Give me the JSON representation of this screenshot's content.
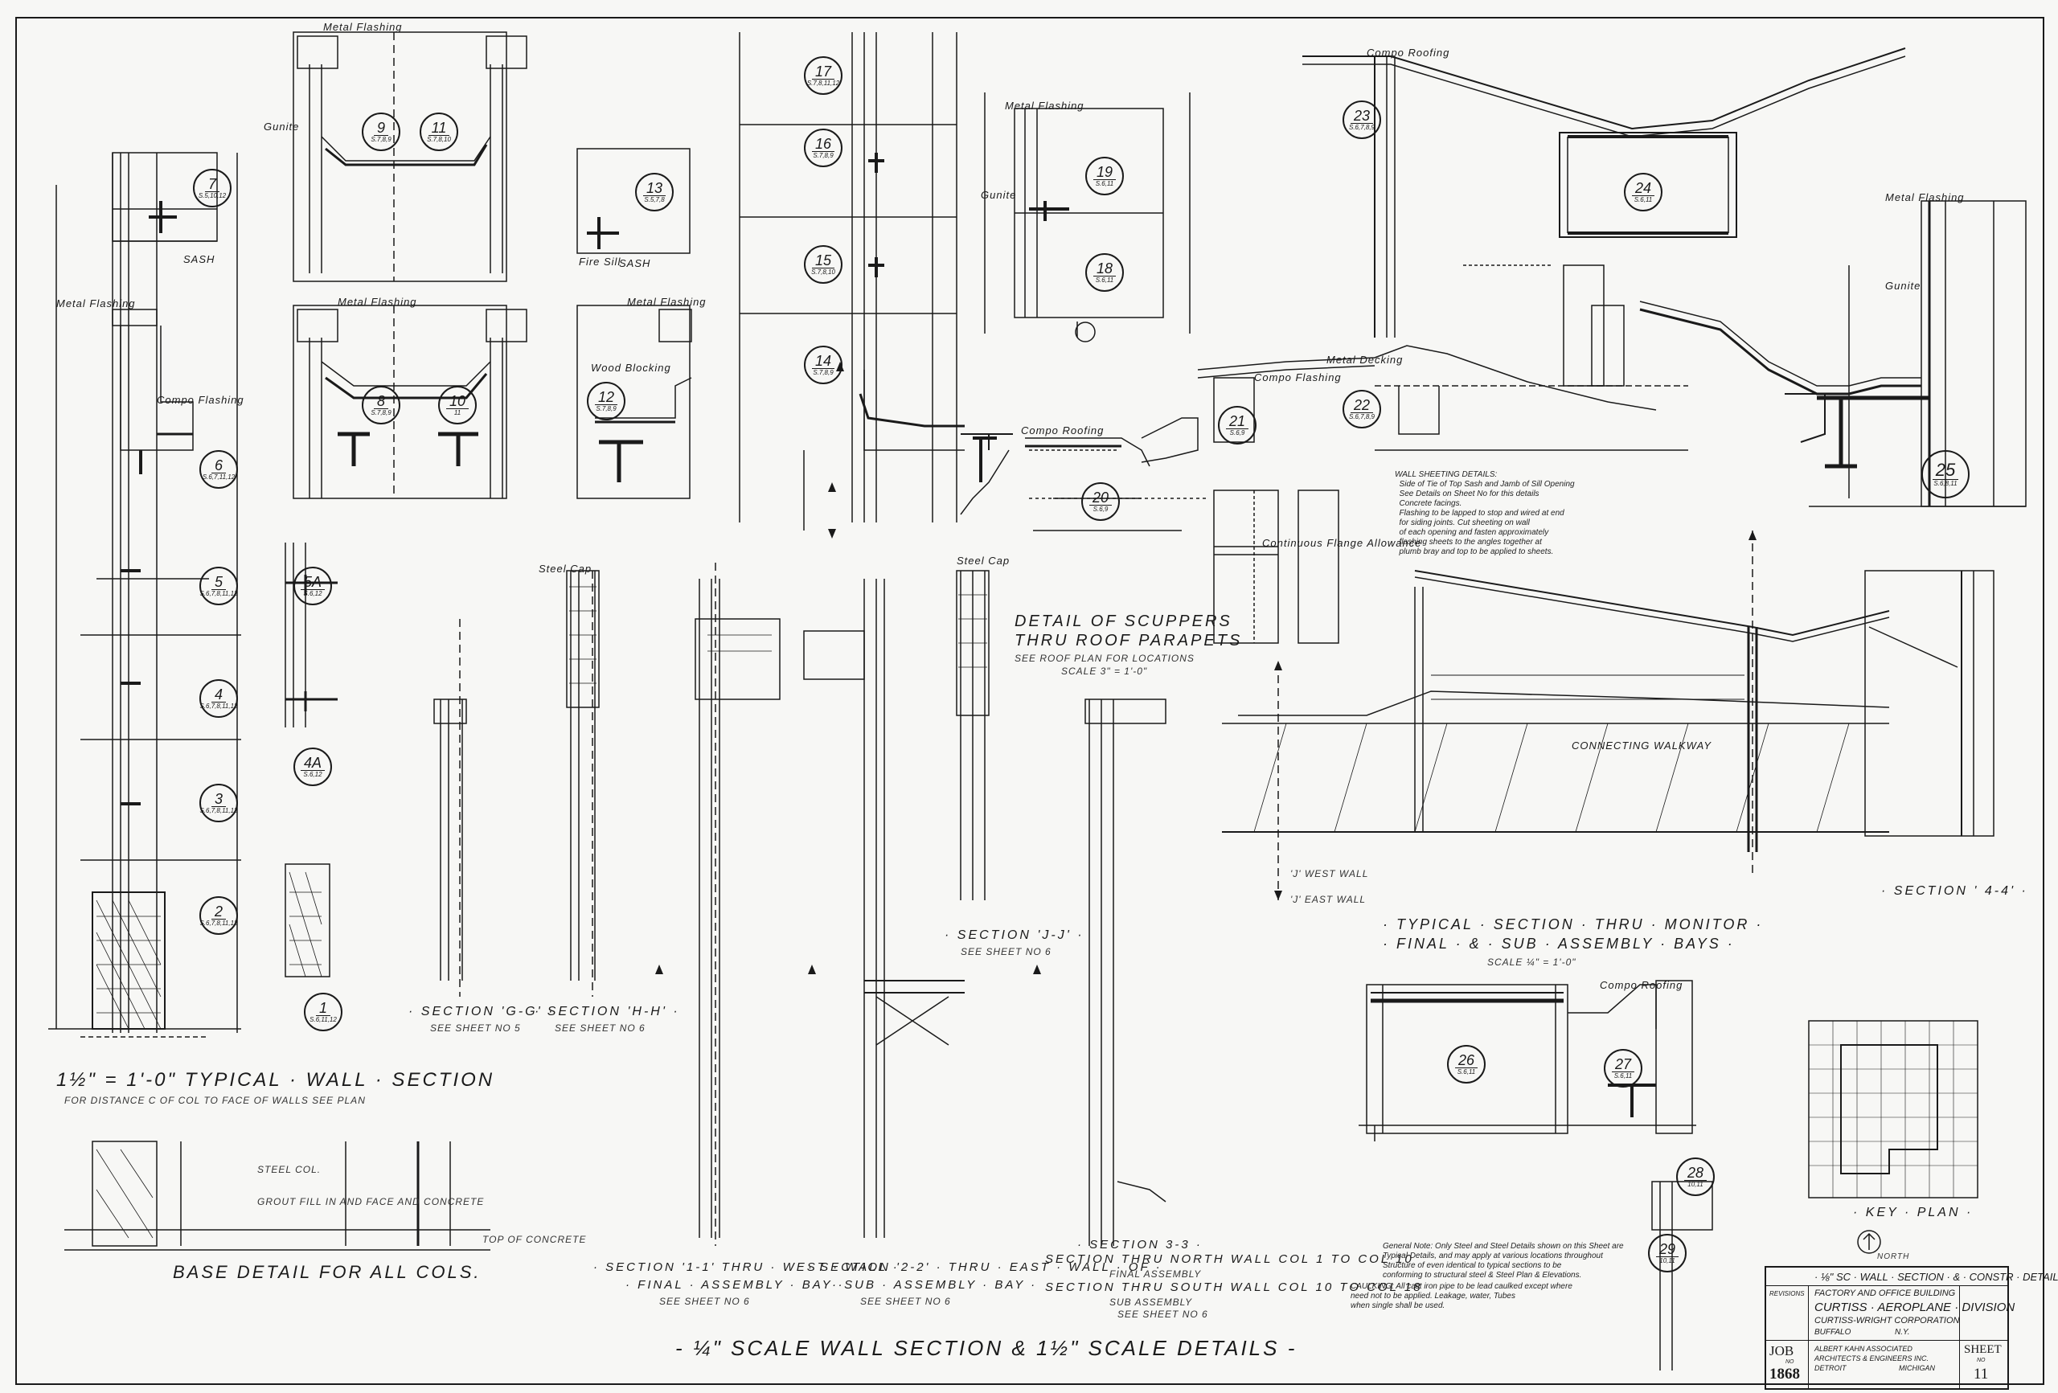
{
  "sheet": {
    "main_caption": "- ¼\" SCALE WALL SECTION & 1½\" SCALE DETAILS -",
    "typical_wall_section": "1½\" = 1'-0\"  TYPICAL · WALL · SECTION",
    "typical_wall_note": "FOR DISTANCE C OF COL TO FACE OF WALLS SEE PLAN",
    "base_detail": "BASE DETAIL FOR ALL COLS.",
    "base_detail_notes": [
      "STEEL COL.",
      "GROUT FILL IN AND FACE AND CONCRETE",
      "TOP OF CONCRETE"
    ],
    "scupper_title": "DETAIL OF SCUPPERS",
    "scupper_title_2": "THRU ROOF PARAPETS",
    "scupper_sub": "SEE ROOF PLAN FOR LOCATIONS",
    "scupper_scale": "SCALE 3\" = 1'-0\"",
    "monitor_title": "· TYPICAL · SECTION · THRU · MONITOR ·",
    "monitor_title_2": "· FINAL · & · SUB · ASSEMBLY · BAYS ·",
    "monitor_scale": "SCALE ¼\" = 1'-0\"",
    "section_44": "· SECTION ' 4-4' ·",
    "section_gg": "· SECTION 'G-G' ·",
    "section_gg_sub": "SEE SHEET NO 5",
    "section_hh": "· SECTION 'H-H' ·",
    "section_hh_sub": "SEE SHEET NO 6",
    "section_jj": "· SECTION 'J-J' ·",
    "section_jj_sub": "SEE SHEET NO 6",
    "section_11": "· SECTION '1-1' THRU · WEST · WALL ·",
    "section_11_b": "· FINAL · ASSEMBLY · BAY ·",
    "section_11_sub": "SEE SHEET NO 6",
    "section_22": "· SECTION '2-2' · THRU · EAST · WALL · OF ·",
    "section_22_b": "· SUB · ASSEMBLY · BAY ·",
    "section_22_sub": "SEE SHEET NO 6",
    "section_33": "· SECTION 3-3 ·",
    "section_33_b": "SECTION THRU NORTH WALL COL 1 TO COL 10",
    "section_33_c": "FINAL ASSEMBLY",
    "section_33_d": "SECTION THRU SOUTH WALL COL 10 TO COL 18",
    "section_33_e": "SUB ASSEMBLY",
    "section_33_sub": "SEE SHEET NO 6",
    "west_wall": "'J' WEST WALL",
    "east_wall": "'J' EAST WALL",
    "key_plan": "· KEY · PLAN ·",
    "north": "NORTH",
    "wall_sheeting_note": "WALL SHEETING DETAILS:\n  Side of Tie of Top Sash and Jamb of Sill Opening\n  See Details on Sheet No for this details\n  Concrete facings.\n  Flashing to be lapped to stop and wired at end\n  for siding joints. Cut sheeting on wall\n  of each opening and fasten approximately\n  flashing sheets to the angles together at\n  plumb bray and top to be applied to sheets.",
    "general_note": "General Note: Only Steel and Steel Details shown on this Sheet are\nTypical Details, and may apply at various locations throughout\nStructure of even identical to typical sections to be\nconforming to structural steel & Steel Plan & Elevations.",
    "caulking_note": "CAULKING: All cast iron pipe to be lead caulked except where\nneed not to be applied. Leakage, water, Tubes\nwhen single shall be used."
  },
  "labels": {
    "metal_flashing": "Metal Flashing",
    "compo_roofing": "Compo Roofing",
    "compo_flashing": "Compo Flashing",
    "gunite": "Gunite",
    "sash": "SASH",
    "fire_sill": "Fire Sill",
    "wood_blocking": "Wood Blocking",
    "metal_decking": "Metal Decking",
    "continuous_flange": "Continuous Flange Allowance",
    "conn_walkway": "CONNECTING WALKWAY",
    "steel_cap": "Steel Cap"
  },
  "bubbles": [
    {
      "n": "7",
      "r": "S.5,10,12"
    },
    {
      "n": "9",
      "r": "S.7,8,9"
    },
    {
      "n": "11",
      "r": "S.7,8,10"
    },
    {
      "n": "13",
      "r": "S.5,7,8"
    },
    {
      "n": "17",
      "r": "S.7,8,11,12"
    },
    {
      "n": "16",
      "r": "S.7,8,9"
    },
    {
      "n": "15",
      "r": "S.7,8,10"
    },
    {
      "n": "14",
      "r": "S.7,8,9"
    },
    {
      "n": "19",
      "r": "S.6,11"
    },
    {
      "n": "18",
      "r": "S.6,11"
    },
    {
      "n": "23",
      "r": "S.6,7,8,9"
    },
    {
      "n": "24",
      "r": "S.6,11"
    },
    {
      "n": "22",
      "r": "S.6,7,8,9"
    },
    {
      "n": "21",
      "r": "S.6,9"
    },
    {
      "n": "20",
      "r": "S.6,9"
    },
    {
      "n": "25",
      "r": "S.6,8,11"
    },
    {
      "n": "6",
      "r": "S.6,7,11,12"
    },
    {
      "n": "8",
      "r": "S.7,8,9"
    },
    {
      "n": "10",
      "r": "11"
    },
    {
      "n": "12",
      "r": "S.7,8,9"
    },
    {
      "n": "5",
      "r": "S.6,7,8,11,12"
    },
    {
      "n": "5A",
      "r": "S.6,12"
    },
    {
      "n": "4",
      "r": "S.6,7,8,11,12"
    },
    {
      "n": "4A",
      "r": "S.6,12"
    },
    {
      "n": "3",
      "r": "S.6,7,8,11,12"
    },
    {
      "n": "2",
      "r": "S.6,7,8,11,12"
    },
    {
      "n": "1",
      "r": "S.6,11,12"
    },
    {
      "n": "26",
      "r": "S.6,11"
    },
    {
      "n": "27",
      "r": "S.6,11"
    },
    {
      "n": "28",
      "r": "10,11"
    },
    {
      "n": "29",
      "r": "10,11"
    }
  ],
  "title_block": {
    "line1": "· ⅛\" SC · WALL · SECTION · & · CONSTR · DETAILS ·",
    "line2": "FACTORY AND OFFICE BUILDING",
    "line3": "CURTISS · AEROPLANE · DIVISION",
    "line4": "CURTISS-WRIGHT CORPORATION",
    "line5": "BUFFALO",
    "line6": "N.Y.",
    "arch1": "ALBERT KAHN ASSOCIATED",
    "arch2": "ARCHITECTS & ENGINEERS INC.",
    "arch3": "DETROIT",
    "arch4": "MICHIGAN",
    "revisions": "REVISIONS",
    "job_label": "JOB",
    "job_no_label": "NO",
    "job_no": "1868",
    "sheet_label": "SHEET",
    "sheet_no_label": "NO",
    "sheet_no": "11"
  },
  "colors": {
    "ink": "#1a1a1a",
    "paper": "#f7f7f5"
  }
}
